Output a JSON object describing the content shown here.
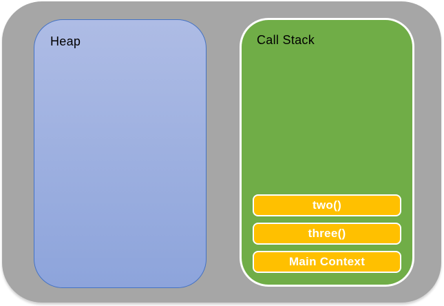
{
  "slide": {
    "heap": {
      "label": "Heap"
    },
    "call_stack": {
      "label": "Call Stack",
      "frames": [
        "two()",
        "three()",
        "Main Context"
      ]
    },
    "colors": {
      "frame_gray": "#a6a6a6",
      "heap_fill_top": "#aebce5",
      "heap_fill_bottom": "#8da4db",
      "heap_border_blue": "#4472c4",
      "call_stack_green": "#70ad47",
      "stack_frame_yellow": "#ffc000",
      "border_white": "#ffffff"
    }
  }
}
